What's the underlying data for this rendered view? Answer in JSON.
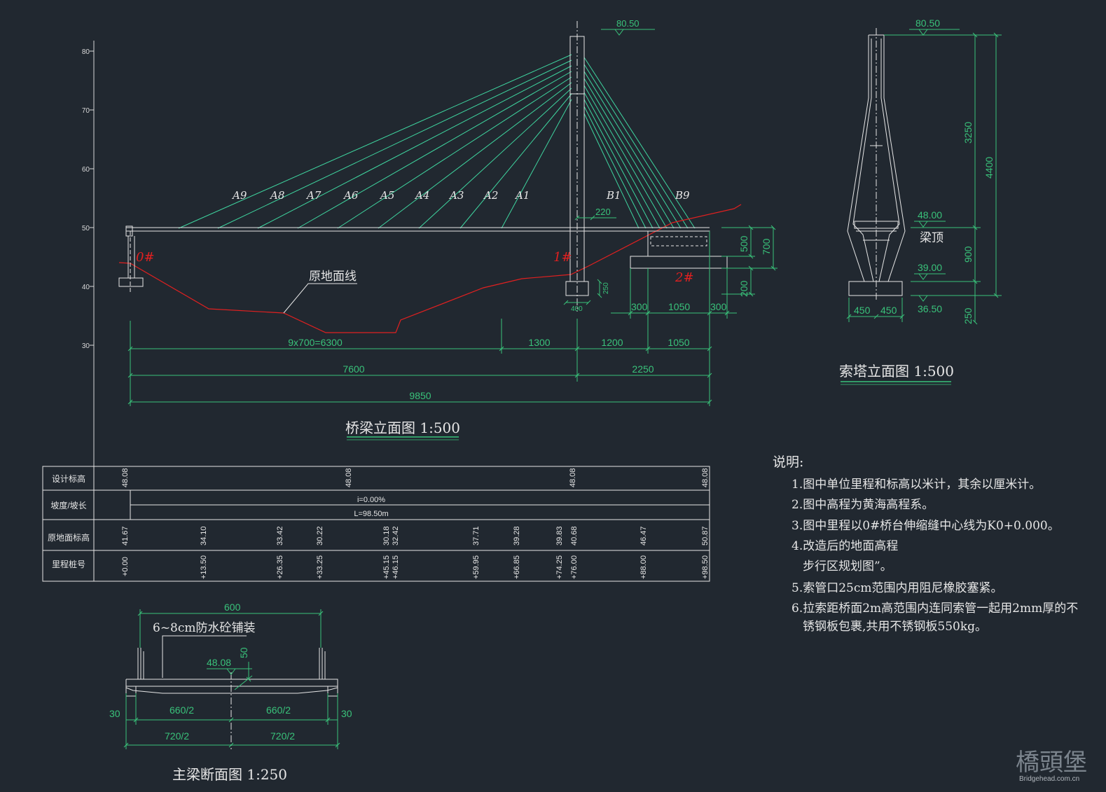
{
  "elevation": {
    "title": "桥梁立面图 1:500",
    "axis_ticks": [
      "80",
      "70",
      "60",
      "50",
      "40",
      "30"
    ],
    "cables_left": [
      "A9",
      "A8",
      "A7",
      "A6",
      "A5",
      "A4",
      "A3",
      "A2",
      "A1"
    ],
    "cables_right": [
      "B1",
      "B9"
    ],
    "piers": [
      "0#",
      "1#",
      "2#"
    ],
    "ground_label": "原地面线",
    "tower_top_elev": "80.50",
    "dims": {
      "d220": "220",
      "d250": "250",
      "d400": "400",
      "d500": "500",
      "d700": "700",
      "d200": "200",
      "d300a": "300",
      "d1050a": "1050",
      "d300b": "300",
      "span1": "9x700=6300",
      "span2": "1300",
      "span3": "1200",
      "span4": "1050",
      "total1": "7600",
      "total2": "2250",
      "total": "9850"
    }
  },
  "tower": {
    "title": "索塔立面图 1:500",
    "top_elev": "80.50",
    "deck_elev": "48.00",
    "deck_label": "梁顶",
    "mid_elev": "39.00",
    "base_elev": "36.50",
    "dims": {
      "d3250": "3250",
      "d4400": "4400",
      "d900": "900",
      "d250": "250",
      "w450a": "450",
      "w450b": "450"
    }
  },
  "profile_table": {
    "rows": [
      "设计标高",
      "坡度/坡长",
      "原地面标高",
      "里程桩号"
    ],
    "design_elev": [
      "48.08",
      "48.08",
      "48.08",
      "48.08"
    ],
    "slope": "i=0.00%",
    "length": "L=98.50m",
    "ground_elev": [
      "41.67",
      "34.10",
      "33.42",
      "30.22",
      "30.18",
      "32.42",
      "37.71",
      "39.28",
      "39.83",
      "40.68",
      "46.47",
      "50.87"
    ],
    "stations": [
      "+0.00",
      "+13.50",
      "+26.35",
      "+33.25",
      "+45.15",
      "+46.15",
      "+59.95",
      "+66.85",
      "+74.25",
      "+76.00",
      "+88.00",
      "+98.50"
    ]
  },
  "section": {
    "title": "主梁断面图 1:250",
    "paving": "6~8cm防水砼铺装",
    "top_width": "600",
    "elev": "48.08",
    "depth": "50",
    "dims": {
      "half660a": "660/2",
      "half660b": "660/2",
      "half720a": "720/2",
      "half720b": "720/2",
      "edge30a": "30",
      "edge30b": "30"
    }
  },
  "notes": {
    "heading": "说明:",
    "items": [
      "1.图中单位里程和标高以米计，其余以厘米计。",
      "2.图中高程为黄海高程系。",
      "3.图中里程以0#桥台伸缩缝中心线为K0+0.000。",
      "4.改造后的地面高程",
      "步行区规划图”。",
      "5.索管口25cm范围内用阻尼橡胶塞紧。",
      "6.拉索距桥面2m高范围内连同索管一起用2mm厚的不",
      "锈钢板包裹,共用不锈钢板550kg。"
    ]
  },
  "watermark": {
    "logo": "橋頭堡",
    "url": "Bridgehead.com.cn"
  },
  "colors": {
    "background": "#212830",
    "line": "#e6e6e6",
    "cable": "#3fd6a0",
    "ground": "#e02020",
    "dim": "#39c27a"
  }
}
